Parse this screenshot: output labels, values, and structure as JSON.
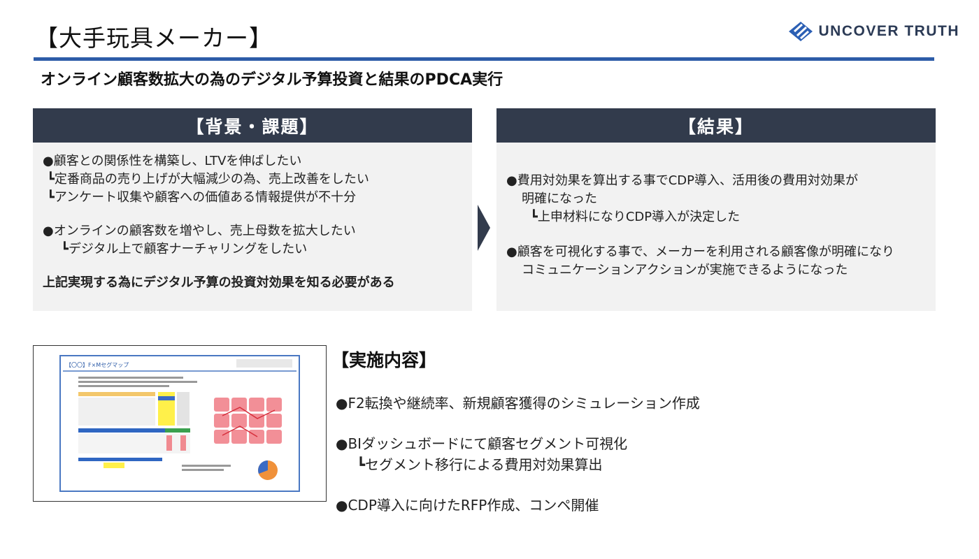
{
  "header": {
    "title": "【大手玩具メーカー】",
    "logo_text": "UNCOVER TRUTH",
    "logo_icon": "diamond-stripe-icon",
    "accent_color": "#2d5ca8"
  },
  "subtitle": "オンライン顧客数拡大の為のデジタル予算投資と結果のPDCA実行",
  "background": {
    "heading": "【背景・課題】",
    "lines": [
      "●顧客との関係性を構築し、LTVを伸ばしたい",
      "┗定番商品の売り上げが大幅減少の為、売上改善をしたい",
      "┗アンケート収集や顧客への価値ある情報提供が不十分",
      "●オンラインの顧客数を増やし、売上母数を拡大したい",
      "┗デジタル上で顧客ナーチャリングをしたい",
      "上記実現する為にデジタル予算の投資対効果を知る必要がある"
    ]
  },
  "results": {
    "heading": "【結果】",
    "lines": [
      "●費用対効果を算出する事でCDP導入、活用後の費用対効果が",
      "明確になった",
      "┗上申材料になりCDP導入が決定した",
      "●顧客を可視化する事で、メーカーを利用される顧客像が明確になり",
      "コミュニケーションアクションが実施できるようになった"
    ]
  },
  "implementation": {
    "heading": "【実施内容】",
    "lines": [
      "●F2転換や継続率、新規顧客獲得のシミュレーション作成",
      "●BIダッシュボードにて顧客セグメント可視化",
      "┗セグメント移行による費用対効果算出",
      "●CDP導入に向けたRFP作成、コンペ開催"
    ]
  },
  "thumbnail": {
    "title": "【〇〇】F×Mセグマップ"
  },
  "colors": {
    "panel_header": "#323b4c",
    "panel_bg": "#f2f2f2",
    "heatmap": "#f07c85"
  }
}
